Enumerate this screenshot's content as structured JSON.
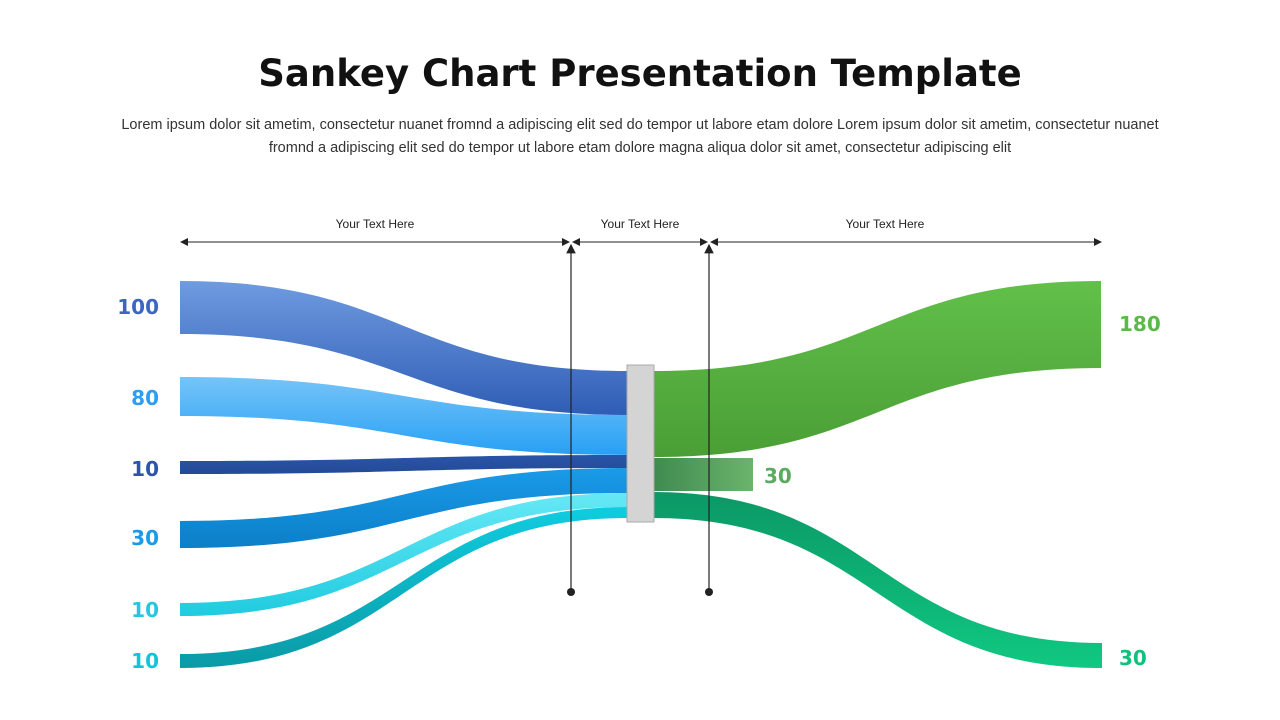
{
  "header": {
    "title": "Sankey Chart Presentation Template",
    "subtitle": "Lorem ipsum dolor sit ametim, consectetur nuanet fromnd a adipiscing elit sed do tempor ut labore etam dolore Lorem ipsum dolor sit ametim, consectetur nuanet fromnd a adipiscing elit sed do tempor ut labore etam dolore magna aliqua dolor sit amet, consectetur adipiscing elit"
  },
  "chart_data": {
    "type": "sankey",
    "segment_labels": [
      "Your Text Here",
      "Your Text Here",
      "Your Text Here"
    ],
    "sources": [
      {
        "label": "100",
        "value": 100,
        "color": "#3b67c0",
        "light": "#6f9be0",
        "dark": "#2f5db5"
      },
      {
        "label": "80",
        "value": 80,
        "color": "#2e9ff0",
        "light": "#75c4f8",
        "dark": "#28a0f5"
      },
      {
        "label": "10",
        "value": 10,
        "color": "#2a55a8",
        "light": "#2a55a8",
        "dark": "#234a96"
      },
      {
        "label": "30",
        "value": 30,
        "color": "#1a9ae8",
        "light": "#1a9ae8",
        "dark": "#0c7fc8"
      },
      {
        "label": "10",
        "value": 10,
        "color": "#29c4e0",
        "light": "#66e8f6",
        "dark": "#20cbe0"
      },
      {
        "label": "10",
        "value": 10,
        "color": "#10c4dc",
        "light": "#10cce0",
        "dark": "#0a9aa5"
      }
    ],
    "targets": [
      {
        "label": "180",
        "value": 180,
        "color": "#5cb84a",
        "light": "#62c04a",
        "dark": "#4a9e35"
      },
      {
        "label": "30",
        "value": 30,
        "color": "#5aab5f",
        "light": "#6ab46c",
        "dark": "#3f8a4f"
      },
      {
        "label": "30",
        "value": 30,
        "color": "#10c17e",
        "light": "#10c882",
        "dark": "#0b9866"
      }
    ]
  }
}
